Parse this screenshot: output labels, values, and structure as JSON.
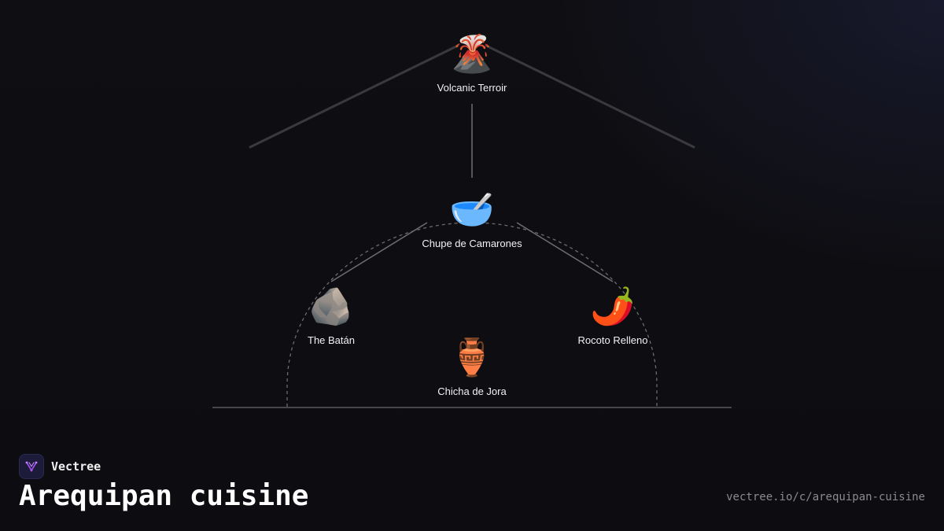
{
  "diagram": {
    "nodes": [
      {
        "id": "volcanic-terroir",
        "icon": "🌋",
        "icon_name": "volcano-icon",
        "label": "Volcanic Terroir"
      },
      {
        "id": "chupe-de-camarones",
        "icon": "🥣",
        "icon_name": "bowl-icon",
        "label": "Chupe de Camarones"
      },
      {
        "id": "the-batan",
        "icon": "🪨",
        "icon_name": "rock-icon",
        "label": "The Batán"
      },
      {
        "id": "rocoto-relleno",
        "icon": "🌶️",
        "icon_name": "chili-pepper-icon",
        "label": "Rocoto Relleno"
      },
      {
        "id": "chicha-de-jora",
        "icon": "🏺",
        "icon_name": "amphora-icon",
        "label": "Chicha de Jora"
      }
    ],
    "edges": [
      {
        "from": "volcanic-terroir",
        "to": "chupe-de-camarones"
      },
      {
        "from": "chupe-de-camarones",
        "to": "the-batan"
      },
      {
        "from": "chupe-de-camarones",
        "to": "rocoto-relleno"
      }
    ]
  },
  "footer": {
    "brand_name": "Vectree",
    "title": "Arequipan cuisine",
    "url": "vectree.io/c/arequipan-cuisine"
  },
  "colors": {
    "background": "#0e0e12",
    "text": "#ffffff",
    "muted": "#8a8a8f",
    "roof_line": "#3a3a3e",
    "edge_line": "#6e6e72",
    "accent": "#a855f7"
  }
}
